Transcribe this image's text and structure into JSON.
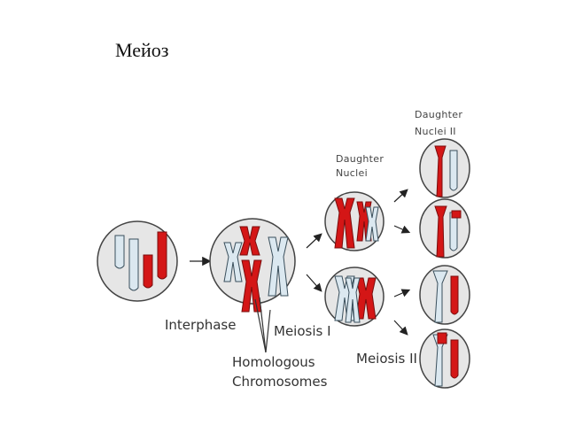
{
  "title": "Мейоз",
  "labels": {
    "interphase": "Interphase",
    "meiosis_1": "Meiosis I",
    "homologous_line1": "Homologous",
    "homologous_line2": "Chromosomes",
    "meiosis_2": "Meiosis II",
    "daughter_nuclei_line1": "Daughter",
    "daughter_nuclei_line2": "Nuclei",
    "daughter_nuclei_2_line1": "Daughter",
    "daughter_nuclei_2_line2": "Nuclei II"
  },
  "colors": {
    "cell_fill": "#e6e6e6",
    "cell_stroke": "#444444",
    "maternal": "#d41616",
    "paternal": "#dbe8f0",
    "chromosome_stroke": "#3a4f5c",
    "arrow": "#222222"
  }
}
